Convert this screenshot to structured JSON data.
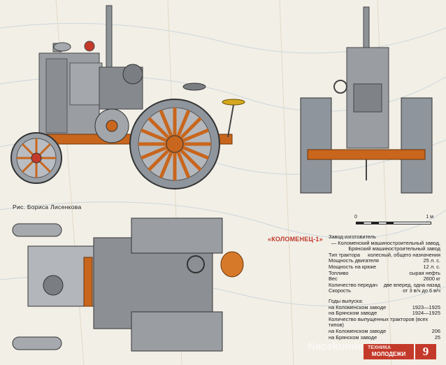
{
  "credit": "Рис. Бориса Лисенкова",
  "scale": {
    "left": "0",
    "right": "1 м"
  },
  "title": "«КОЛОМЕНЕЦ-1»",
  "specs": {
    "maker_label": "Завод-изготовитель",
    "maker_value": "— Коломенский машиностроительный завод, Брянский машиностроительный завод",
    "rows": [
      {
        "k": "Тип трактора",
        "v": "колесный, общего назначения"
      },
      {
        "k": "Мощность двигателя",
        "v": "25 л. с."
      },
      {
        "k": "Мощность на крюке",
        "v": "12 л. с."
      },
      {
        "k": "Топливо",
        "v": "сырая нефть"
      },
      {
        "k": "Вес",
        "v": "2600 кг"
      },
      {
        "k": "Количество передач",
        "v": "две вперед, одна назад"
      },
      {
        "k": "Скорость",
        "v": "от 3 в/ч до 6 в/ч"
      }
    ],
    "years_title": "Годы выпуска:",
    "years": [
      {
        "k": "на Коломенском заводе",
        "v": "1923—1925"
      },
      {
        "k": "на Брянском заводе",
        "v": "1924—1925"
      }
    ],
    "count_title": "Количество выпущенных тракторов (всех типов)",
    "counts": [
      {
        "k": "на Коломенском заводе",
        "v": "206"
      },
      {
        "k": "на Брянском заводе",
        "v": "25"
      }
    ]
  },
  "magazine": {
    "top": "ТЕХНИКА",
    "name": "МОЛОДЕЖИ",
    "issue": "9"
  },
  "watermark": "Nacekomie.ru",
  "colors": {
    "body": "#9a9ea3",
    "wheel": "#c8661d",
    "tire": "#8f959c",
    "accent": "#c43a2a"
  }
}
